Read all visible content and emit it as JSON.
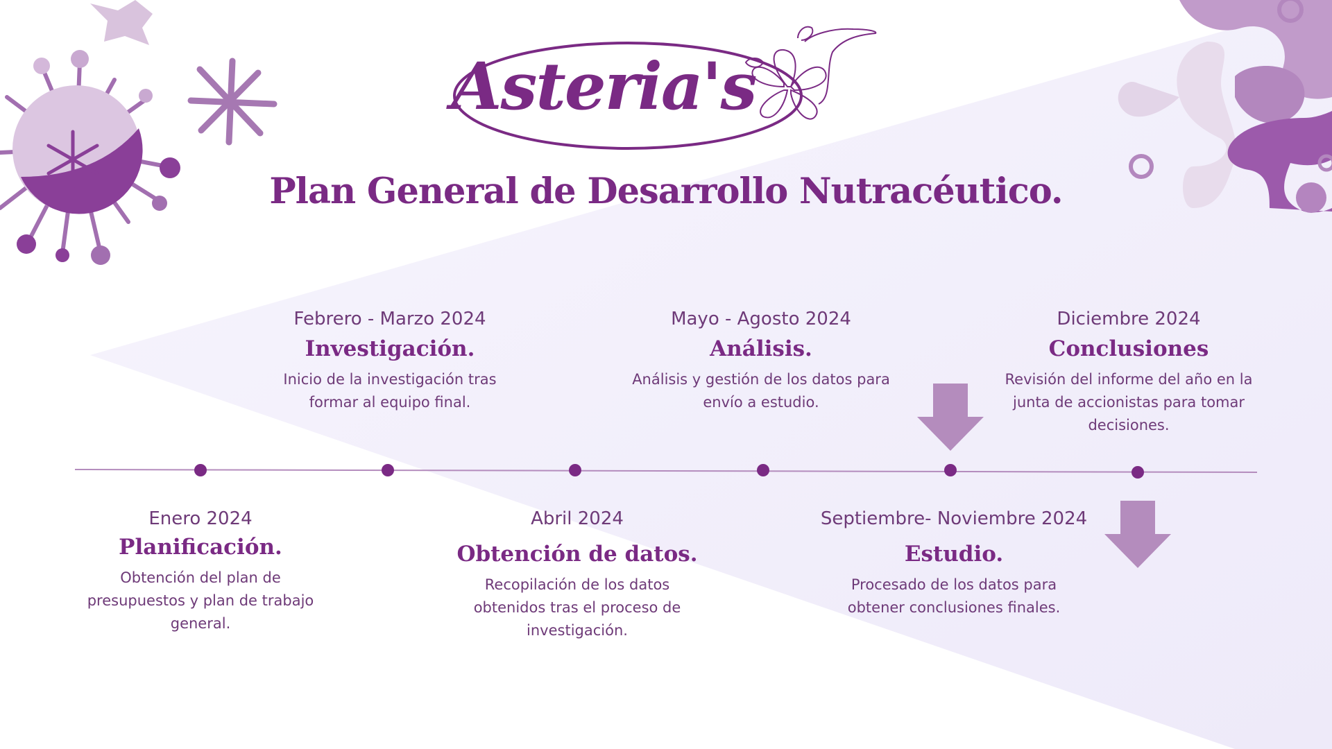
{
  "brand": {
    "name": "Asteria's"
  },
  "title": "Plan General de Desarrollo Nutracéutico.",
  "colors": {
    "primary": "#7a2a84",
    "light": "#b48cbd",
    "pale": "#e2d0e6",
    "text": "#6e3a78"
  },
  "decor": [
    "virus-icon",
    "asterisk-icon",
    "star-icon",
    "molecule-icon",
    "flower-icon",
    "arrow-down-icon"
  ],
  "timeline": {
    "events": [
      {
        "date": "Enero 2024",
        "title": "Planificación.",
        "description": "Obtención del plan de presupuestos y plan de trabajo general."
      },
      {
        "date": "Febrero - Marzo 2024",
        "title": "Investigación.",
        "description": "Inicio de la investigación tras formar al equipo final."
      },
      {
        "date": "Abril 2024",
        "title": "Obtención de datos.",
        "description": "Recopilación de los datos obtenidos tras el proceso de investigación."
      },
      {
        "date": "Mayo - Agosto 2024",
        "title": "Análisis.",
        "description": "Análisis y gestión de los datos para envío a estudio."
      },
      {
        "date": "Septiembre- Noviembre 2024",
        "title": "Estudio.",
        "description": "Procesado de los datos para obtener conclusiones finales."
      },
      {
        "date": "Diciembre 2024",
        "title": "Conclusiones",
        "description": "Revisión del informe del año en la junta de accionistas para tomar decisiones."
      }
    ]
  }
}
